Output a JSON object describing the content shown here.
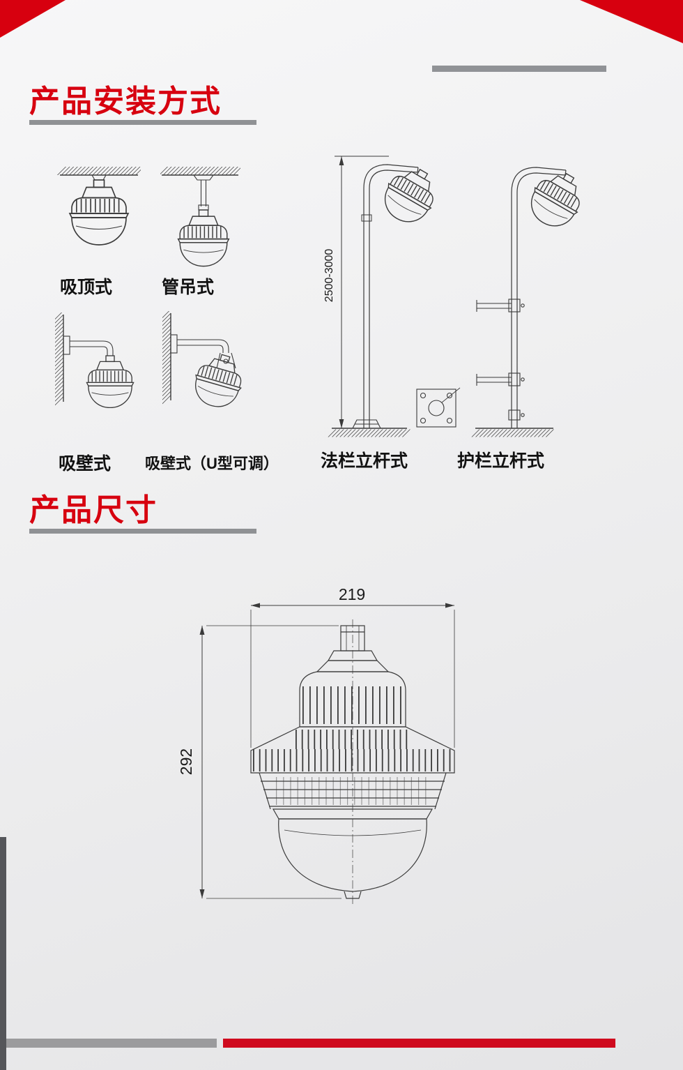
{
  "colors": {
    "accent_red": "#d7000f",
    "bar_gray": "#8f9194",
    "footer_red": "#cf0a1e",
    "line": "#3a3a3a"
  },
  "install": {
    "title": "产品安装方式",
    "labels": {
      "ceiling": "吸顶式",
      "pipe": "管吊式",
      "wall": "吸壁式",
      "wall_u": "吸壁式（U型可调）",
      "flange_pole": "法栏立杆式",
      "guardrail_pole": "护栏立杆式"
    },
    "pole_height": "2500-3000"
  },
  "dimensions": {
    "title": "产品尺寸",
    "width": "219",
    "height": "292"
  }
}
